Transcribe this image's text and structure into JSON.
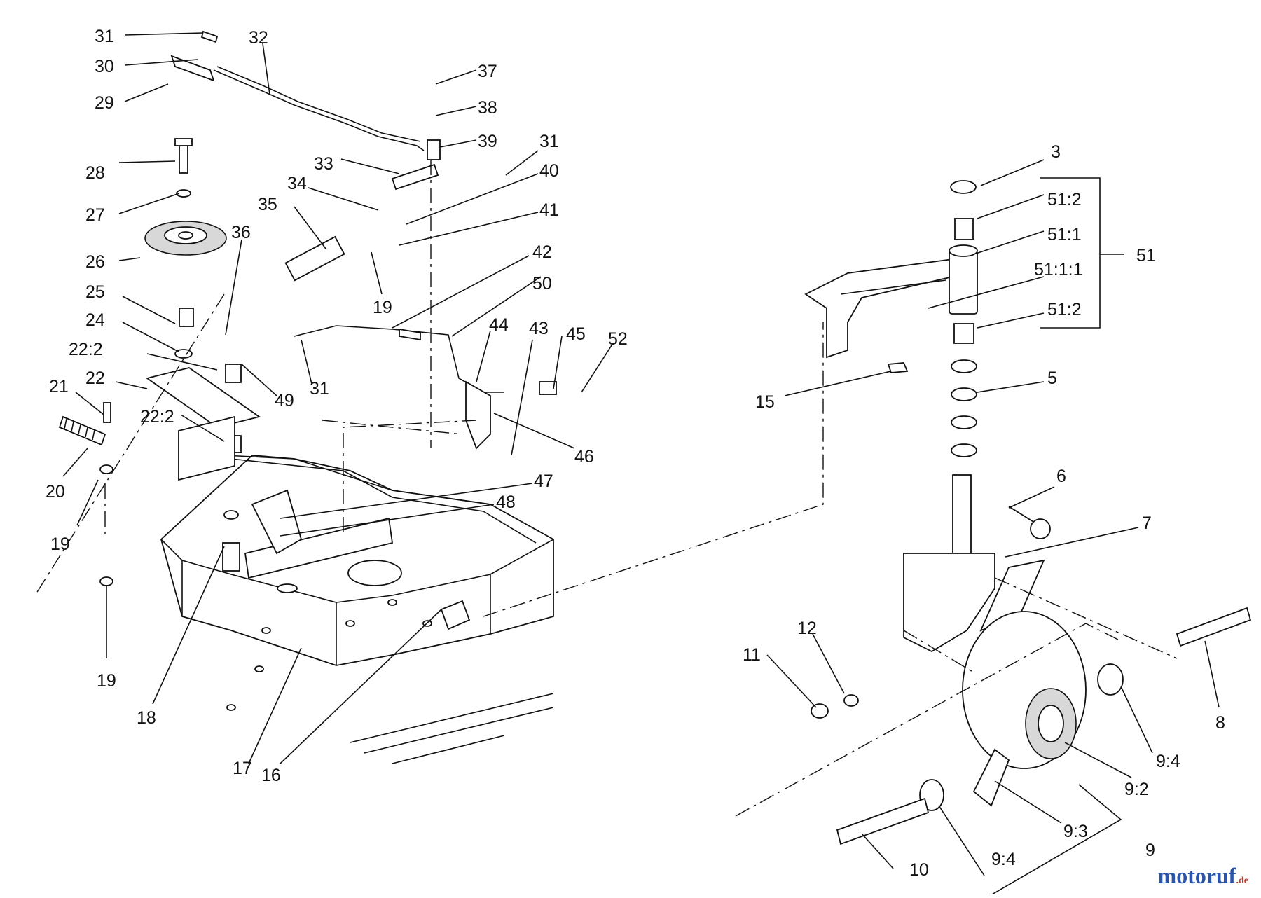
{
  "diagram": {
    "callouts": [
      "31",
      "30",
      "29",
      "32",
      "37",
      "38",
      "39",
      "31",
      "33",
      "40",
      "34",
      "41",
      "35",
      "19",
      "28",
      "27",
      "26",
      "25",
      "24",
      "22:2",
      "22",
      "21",
      "20",
      "19",
      "36",
      "49",
      "31",
      "42",
      "50",
      "44",
      "43",
      "45",
      "52",
      "46",
      "22:2",
      "47",
      "48",
      "19",
      "18",
      "17",
      "16",
      "3",
      "51:2",
      "51:1",
      "51:1:1",
      "51:2",
      "51",
      "5",
      "15",
      "6",
      "7",
      "12",
      "11",
      "8",
      "9:4",
      "9:2",
      "9:3",
      "9:4",
      "10",
      "9"
    ]
  },
  "watermark": {
    "brand": "motoruf",
    "suffix": ".de"
  }
}
